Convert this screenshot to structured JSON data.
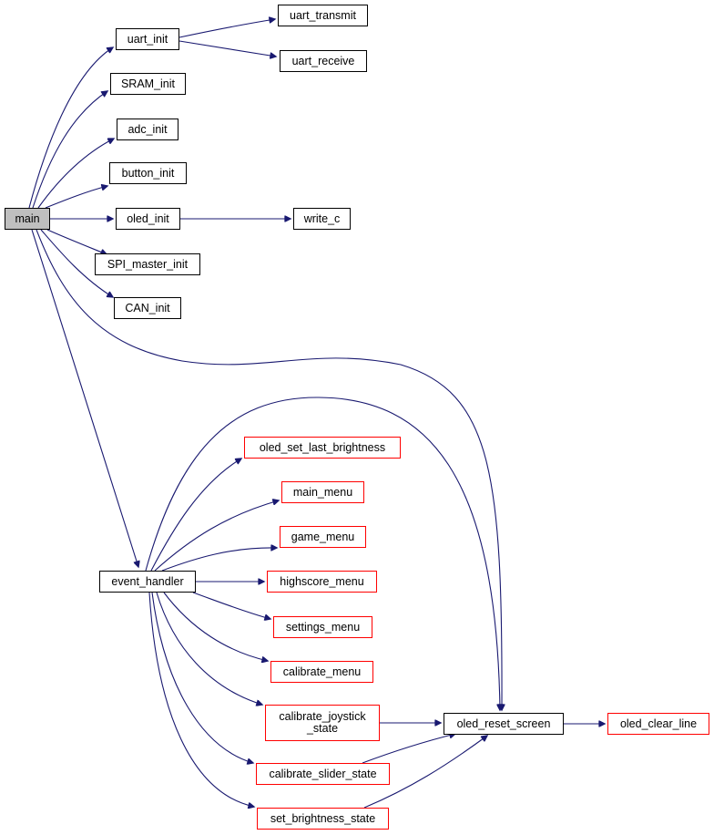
{
  "graph": {
    "colors": {
      "edge": "#191970",
      "border": "#000000",
      "border_undocumented": "#ff0000",
      "root_fill": "#bfbfbf"
    },
    "nodes": [
      {
        "id": "main",
        "label": "main",
        "root": true
      },
      {
        "id": "uart_init",
        "label": "uart_init"
      },
      {
        "id": "uart_transmit",
        "label": "uart_transmit"
      },
      {
        "id": "uart_receive",
        "label": "uart_receive"
      },
      {
        "id": "SRAM_init",
        "label": "SRAM_init"
      },
      {
        "id": "adc_init",
        "label": "adc_init"
      },
      {
        "id": "button_init",
        "label": "button_init"
      },
      {
        "id": "oled_init",
        "label": "oled_init"
      },
      {
        "id": "write_c",
        "label": "write_c"
      },
      {
        "id": "SPI_master_init",
        "label": "SPI_master_init"
      },
      {
        "id": "CAN_init",
        "label": "CAN_init"
      },
      {
        "id": "event_handler",
        "label": "event_handler"
      },
      {
        "id": "oled_set_last_brightness",
        "label": "oled_set_last_brightness",
        "red": true
      },
      {
        "id": "main_menu",
        "label": "main_menu",
        "red": true
      },
      {
        "id": "game_menu",
        "label": "game_menu",
        "red": true
      },
      {
        "id": "highscore_menu",
        "label": "highscore_menu",
        "red": true
      },
      {
        "id": "settings_menu",
        "label": "settings_menu",
        "red": true
      },
      {
        "id": "calibrate_menu",
        "label": "calibrate_menu",
        "red": true
      },
      {
        "id": "calibrate_joystick_state",
        "label": "calibrate_joystick\n_state",
        "red": true
      },
      {
        "id": "calibrate_slider_state",
        "label": "calibrate_slider_state",
        "red": true
      },
      {
        "id": "set_brightness_state",
        "label": "set_brightness_state",
        "red": true
      },
      {
        "id": "oled_reset_screen",
        "label": "oled_reset_screen"
      },
      {
        "id": "oled_clear_line",
        "label": "oled_clear_line",
        "red": true
      }
    ],
    "edges": [
      [
        "main",
        "uart_init"
      ],
      [
        "uart_init",
        "uart_transmit"
      ],
      [
        "uart_init",
        "uart_receive"
      ],
      [
        "main",
        "SRAM_init"
      ],
      [
        "main",
        "adc_init"
      ],
      [
        "main",
        "button_init"
      ],
      [
        "main",
        "oled_init"
      ],
      [
        "oled_init",
        "write_c"
      ],
      [
        "main",
        "SPI_master_init"
      ],
      [
        "main",
        "CAN_init"
      ],
      [
        "main",
        "oled_reset_screen"
      ],
      [
        "main",
        "event_handler"
      ],
      [
        "event_handler",
        "oled_set_last_brightness"
      ],
      [
        "event_handler",
        "main_menu"
      ],
      [
        "event_handler",
        "game_menu"
      ],
      [
        "event_handler",
        "highscore_menu"
      ],
      [
        "event_handler",
        "settings_menu"
      ],
      [
        "event_handler",
        "calibrate_menu"
      ],
      [
        "event_handler",
        "calibrate_joystick_state"
      ],
      [
        "event_handler",
        "calibrate_slider_state"
      ],
      [
        "event_handler",
        "set_brightness_state"
      ],
      [
        "event_handler",
        "oled_reset_screen"
      ],
      [
        "calibrate_joystick_state",
        "oled_reset_screen"
      ],
      [
        "calibrate_slider_state",
        "oled_reset_screen"
      ],
      [
        "set_brightness_state",
        "oled_reset_screen"
      ],
      [
        "oled_reset_screen",
        "oled_clear_line"
      ]
    ]
  }
}
